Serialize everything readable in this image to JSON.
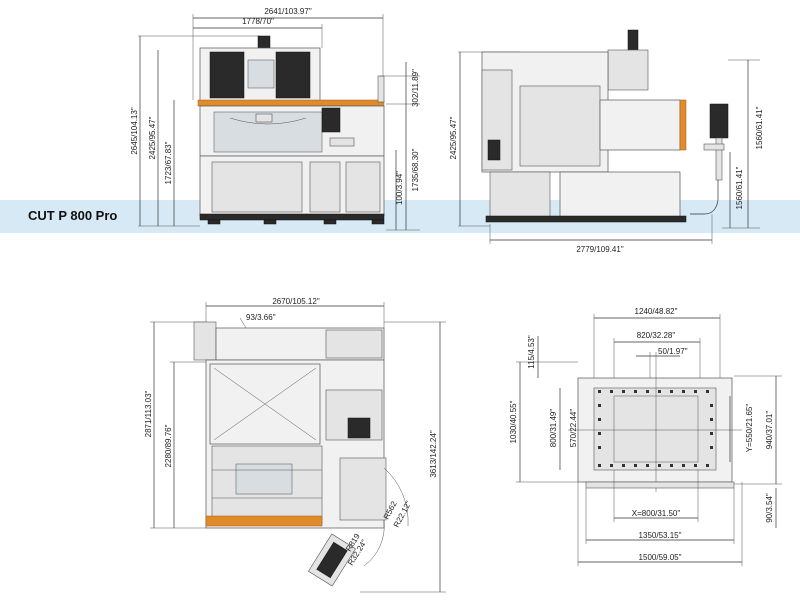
{
  "product_name": "CUT P 800 Pro",
  "colors": {
    "accent_band": "#d6e9f5",
    "accent_orange": "#e08a2c",
    "outline": "#555555"
  },
  "front_view": {
    "overall_width": "2641/103.97\"",
    "inner_width": "1778/70\"",
    "overall_height": "2645/104.13\"",
    "height_2": "2425/95.47\"",
    "height_3": "1723/67.83\"",
    "offset_top": "302/11.89\"",
    "work_height": "1735/68.30\"",
    "floor_offset": "100/3.94\""
  },
  "side_view": {
    "height": "2425/95.47\"",
    "panel_height_top": "1560/61.41\"",
    "panel_height_right": "1560/61.41\"",
    "depth": "2779/109.41\""
  },
  "top_view": {
    "width": "2670/105.12\"",
    "small_offset": "93/3.66\"",
    "depth_1": "2871/113.03\"",
    "depth_2": "2280/89.76\"",
    "depth_total": "3613/142.24\"",
    "radius_1a": "R562",
    "radius_1b": "R22.12\"",
    "radius_2a": "R819",
    "radius_2b": "R32.24\""
  },
  "table_view": {
    "width_top": "1240/48.82\"",
    "width_2": "820/32.28\"",
    "width_3": "50/1.97\"",
    "left_top": "115/4.53\"",
    "height_total": "1030/40.55\"",
    "height_800": "800/31.49\"",
    "height_570": "570/22.44\"",
    "y_travel": "Y=550/21.65\"",
    "height_940": "940/37.01\"",
    "x_travel": "X=800/31.50\"",
    "width_1350": "1350/53.15\"",
    "width_1500": "1500/59.05\"",
    "bottom_offset": "90/3.54\""
  }
}
